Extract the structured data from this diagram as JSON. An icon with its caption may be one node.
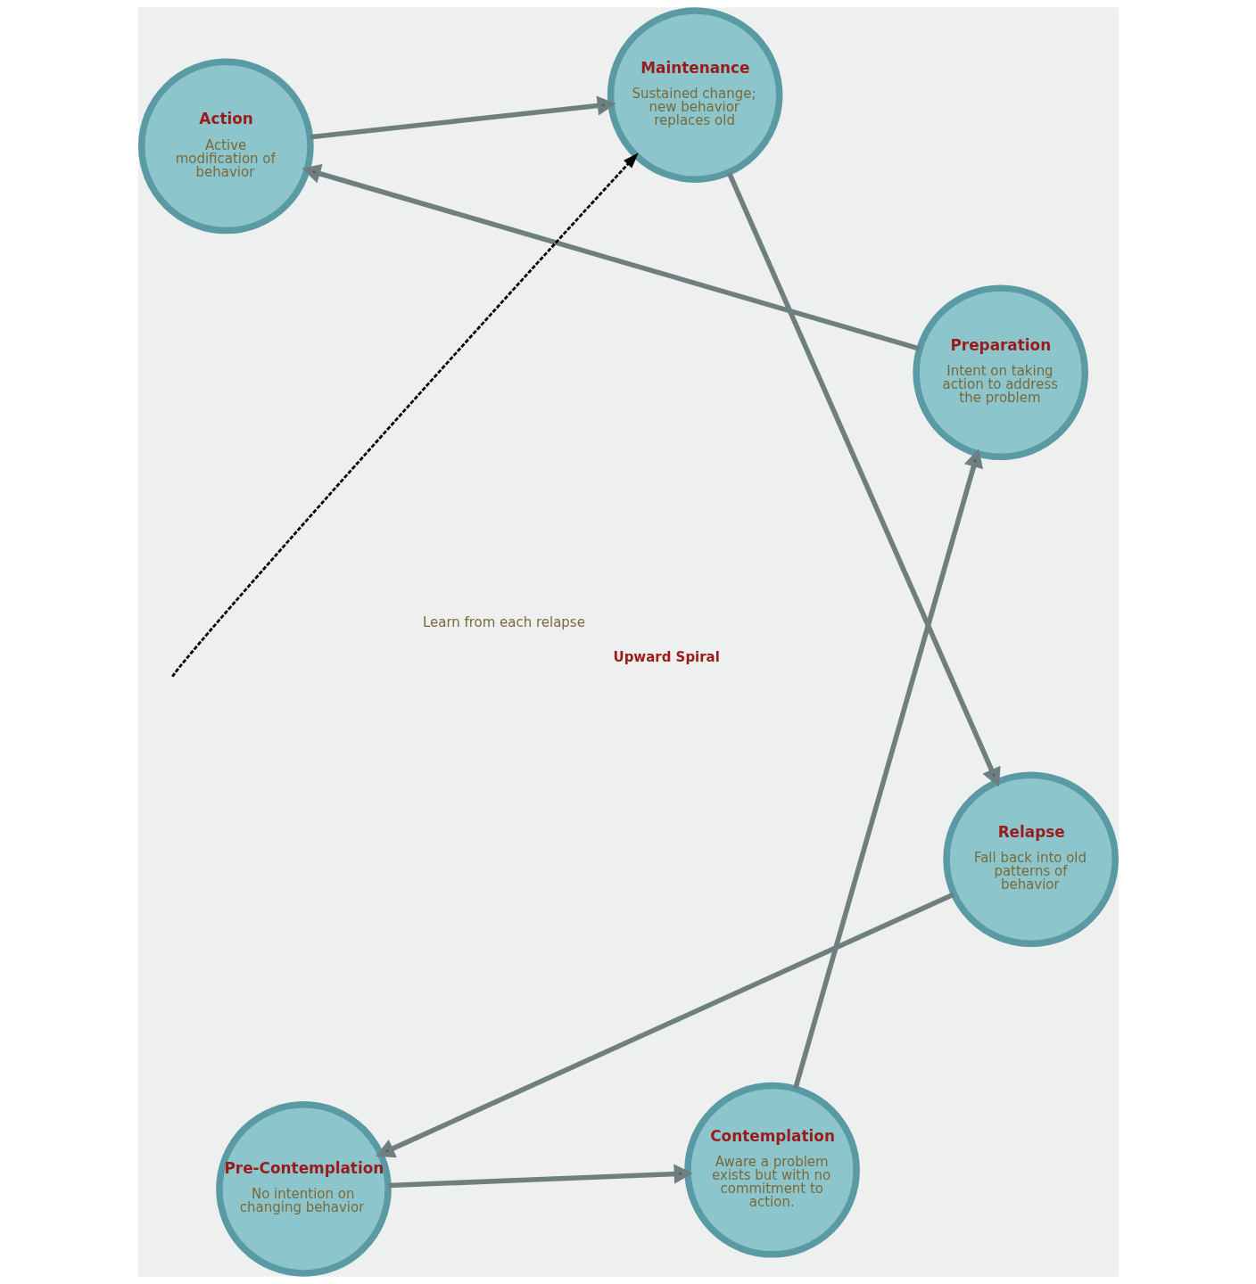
{
  "diagram": {
    "nodes": [
      {
        "text": [
          "Pre-Contemplation",
          "No intention on changing behavior"
        ]
      },
      {
        "text": [
          "Relapse",
          "Fall back into old patterns of behavior"
        ]
      },
      {
        "text": [
          "Contemplation",
          "Aware a problem exists but with no commitment to action."
        ]
      },
      {
        "text": [
          "Maintenance",
          "Sustained change; new behavior replaces old"
        ]
      },
      {
        "text": [
          "Preparation",
          "Intent on taking action to address the problem"
        ]
      },
      {
        "text": [
          "Action",
          "Active modification of behavior"
        ]
      }
    ],
    "edges": [
      {
        "from": 0,
        "to": 2,
        "arrow": "to"
      },
      {
        "from": 2,
        "to": 4,
        "arrow": "to"
      },
      {
        "from": 4,
        "to": 5,
        "arrow": "to"
      },
      {
        "from": 5,
        "to": 3,
        "arrow": "to"
      },
      {
        "from": 3,
        "to": 1,
        "arrow": "to"
      },
      {
        "from": 1,
        "to": 0,
        "arrow": "to"
      },
      {
        "from": null,
        "to": 3,
        "arrow": "to",
        "style": "dashed",
        "color": "#000000"
      }
    ],
    "labels": [
      "Upward Spiral",
      "Learn from each relapse"
    ]
  }
}
